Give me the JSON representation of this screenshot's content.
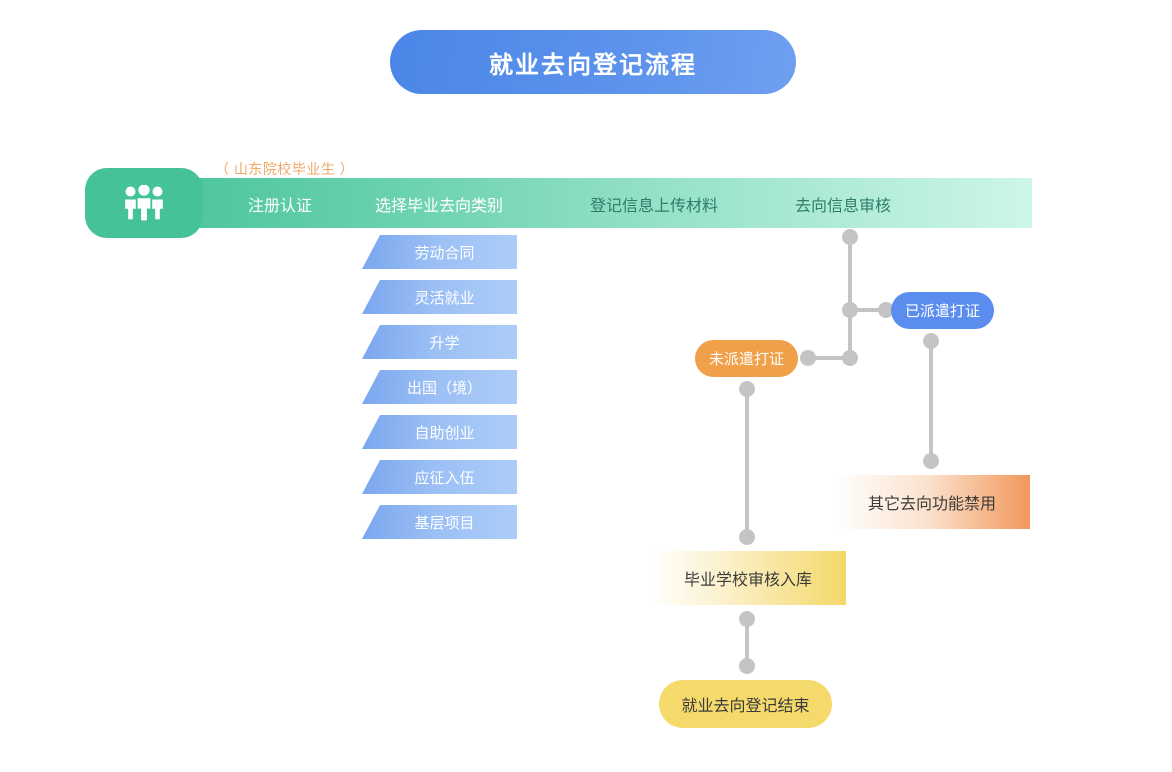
{
  "title": {
    "text": "就业去向登记流程"
  },
  "header": {
    "icon": "group-people-icon",
    "note": "（ 山东院校毕业生 ）",
    "steps": [
      {
        "label": "注册认证"
      },
      {
        "label": "选择毕业去向类别"
      },
      {
        "label": "登记信息上传材料"
      },
      {
        "label": "去向信息审核"
      }
    ]
  },
  "categories": [
    {
      "label": "劳动合同"
    },
    {
      "label": "灵活就业"
    },
    {
      "label": "升学"
    },
    {
      "label": "出国（境）"
    },
    {
      "label": "自助创业"
    },
    {
      "label": "应征入伍"
    },
    {
      "label": "基层项目"
    }
  ],
  "nodes": {
    "unassigned": "未派遣打证",
    "assigned": "已派遣打证",
    "disabled": "其它去向功能禁用",
    "school_review": "毕业学校审核入库",
    "end": "就业去向登记结束"
  },
  "colors": {
    "title_blue": "#4a86e8",
    "bar_green": "#48c49a",
    "bar_mint": "#cdf6e7",
    "icon_pod_green": "#45c296",
    "note_orange": "#f0a868",
    "para_blue": "#7aa6ef",
    "unassigned_orange": "#f0a048",
    "assigned_blue": "#5b8def",
    "disabled_orange": "#f2975b",
    "school_yellow": "#f3d869",
    "end_gold": "#f5d96b",
    "connector_gray": "#c4c4c4"
  }
}
